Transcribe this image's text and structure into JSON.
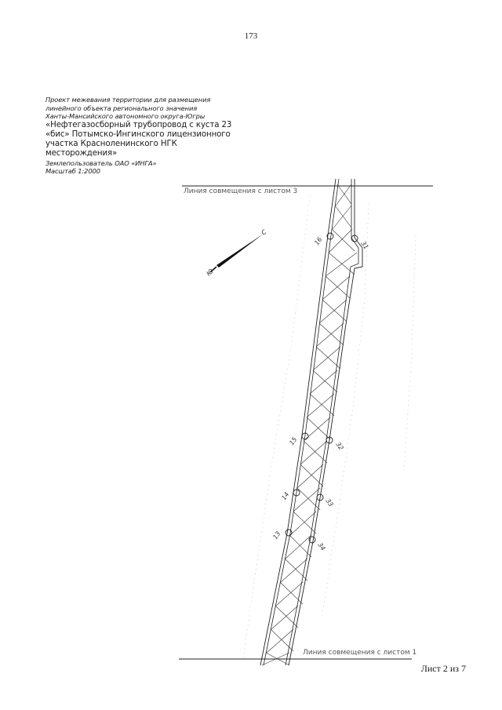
{
  "page_number": "173",
  "title_block": {
    "lines": [
      "Проект межевания территории для размещения",
      "линейного объекта регионального значения",
      "Ханты-Мансийского автономного округа-Югры"
    ],
    "big_lines": [
      "«Нефтегазосборный трубопровод с куста 23",
      "«бис» Потымско-Ингинского лицензионного",
      "участка Красноленинского НГК",
      "месторождения»"
    ],
    "landowner": "Землепользователь ОАО «ИНГА»",
    "scale": "Масштаб 1:2000"
  },
  "drawing": {
    "join_top": "Линия совмещения с листом 3",
    "join_bottom": "Линия совмещения с листом 1",
    "north_arrow": {
      "north": "С",
      "south": "Ю"
    },
    "points_left": [
      "16",
      "15",
      "14",
      "13"
    ],
    "points_right": [
      "31",
      "32",
      "33",
      "34"
    ]
  },
  "sheet_label": "Лист 2 из 7"
}
